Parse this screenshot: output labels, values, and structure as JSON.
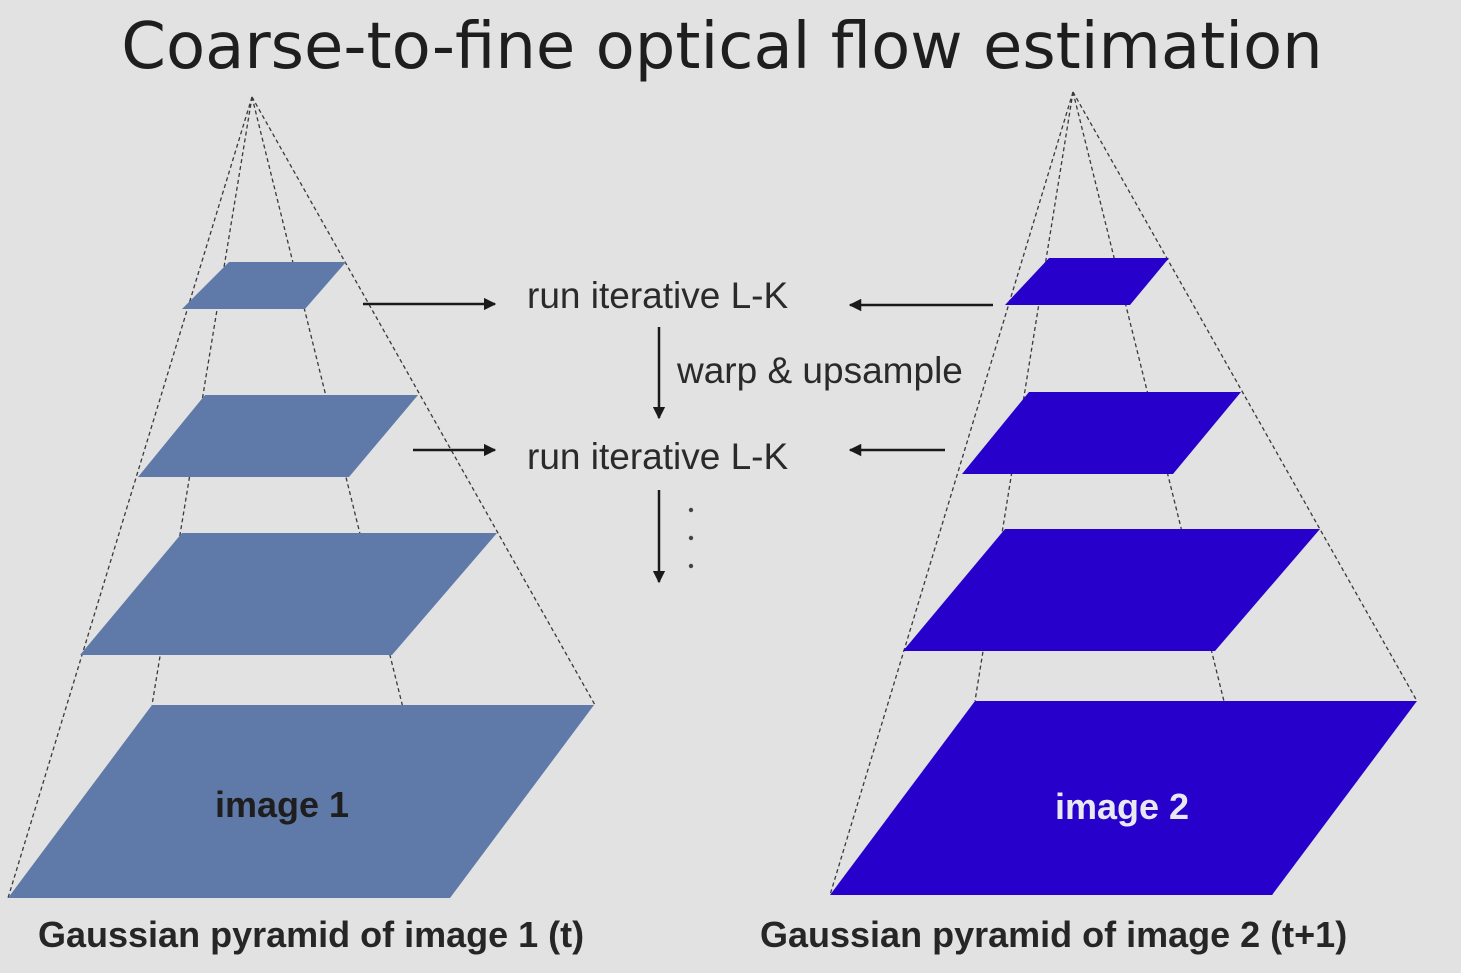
{
  "title": "Coarse-to-fine optical flow estimation",
  "steps": {
    "lk_1": "run iterative L-K",
    "warp": "warp & upsample",
    "lk_2": "run iterative L-K",
    "ellipsis": ". . ."
  },
  "pyramid_1": {
    "label": "image 1",
    "caption": "Gaussian pyramid of image 1 (t)",
    "color": "#5f7aa8"
  },
  "pyramid_2": {
    "label": "image 2",
    "caption": "Gaussian pyramid of image 2 (t+1)",
    "color": "#2800cc"
  },
  "label_colors": {
    "image_1": "#1e1e1e",
    "image_2": "#e8e8f0"
  }
}
